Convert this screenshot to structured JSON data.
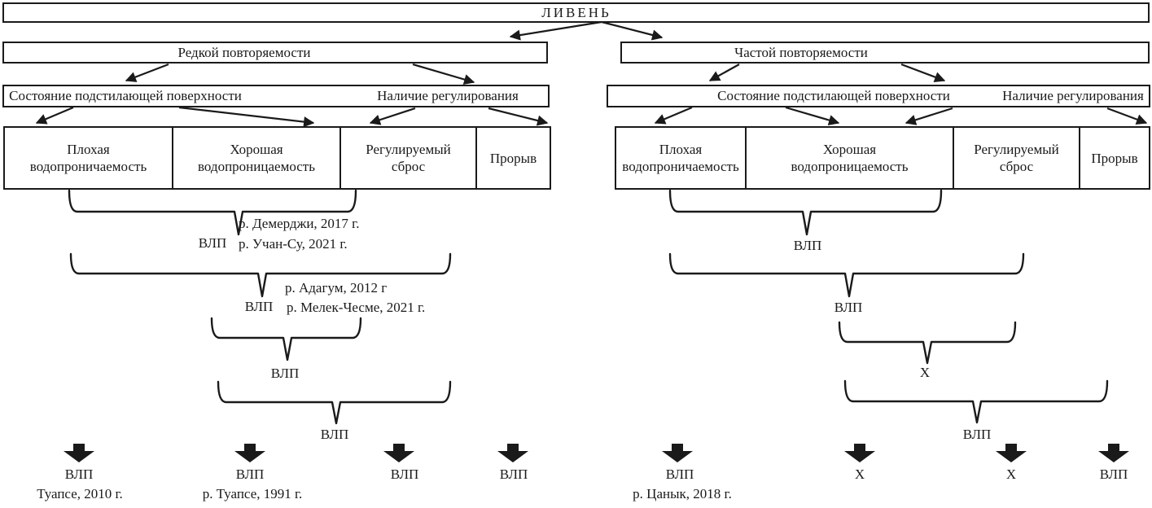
{
  "colors": {
    "ink": "#1a1a1a",
    "background": "#ffffff"
  },
  "root_label": "ЛИВЕНЬ",
  "branches": {
    "left": {
      "frequency_label": "Редкой повторяемости",
      "factor_surface": "Состояние подстилающей поверхности",
      "factor_regulation": "Наличие регулирования",
      "cells": [
        {
          "line1": "Плохая",
          "line2": "водопроничаемость"
        },
        {
          "line1": "Хорошая",
          "line2": "водопроницаемость"
        },
        {
          "line1": "Регулируемый",
          "line2": "сброс"
        },
        {
          "line1": "Прорыв",
          "line2": ""
        }
      ],
      "braces": [
        {
          "label": "ВЛП",
          "note1": "р. Демерджи, 2017 г.",
          "note2": "р. Учан-Су, 2021 г."
        },
        {
          "label": "ВЛП",
          "note1": "р. Адагум, 2012 г",
          "note2": "р. Мелек-Чесме, 2021 г."
        },
        {
          "label": "ВЛП"
        },
        {
          "label": "ВЛП"
        }
      ],
      "outcomes": [
        {
          "label": "ВЛП",
          "sublabel": "Туапсе, 2010 г."
        },
        {
          "label": "ВЛП",
          "sublabel": "р. Туапсе, 1991 г."
        },
        {
          "label": "ВЛП",
          "sublabel": ""
        },
        {
          "label": "ВЛП",
          "sublabel": ""
        }
      ]
    },
    "right": {
      "frequency_label": "Частой повторяемости",
      "factor_surface": "Состояние подстилающей поверхности",
      "factor_regulation": "Наличие регулирования",
      "cells": [
        {
          "line1": "Плохая",
          "line2": "водопроничаемость"
        },
        {
          "line1": "Хорошая",
          "line2": "водопроницаемость"
        },
        {
          "line1": "Регулируемый",
          "line2": "сброс"
        },
        {
          "line1": "Прорыв",
          "line2": ""
        }
      ],
      "braces": [
        {
          "label": "ВЛП"
        },
        {
          "label": "ВЛП"
        },
        {
          "label": "X"
        },
        {
          "label": "ВЛП"
        }
      ],
      "outcomes": [
        {
          "label": "ВЛП",
          "sublabel": "р. Цанык, 2018 г."
        },
        {
          "label": "X",
          "sublabel": ""
        },
        {
          "label": "X",
          "sublabel": ""
        },
        {
          "label": "ВЛП",
          "sublabel": ""
        }
      ]
    }
  }
}
